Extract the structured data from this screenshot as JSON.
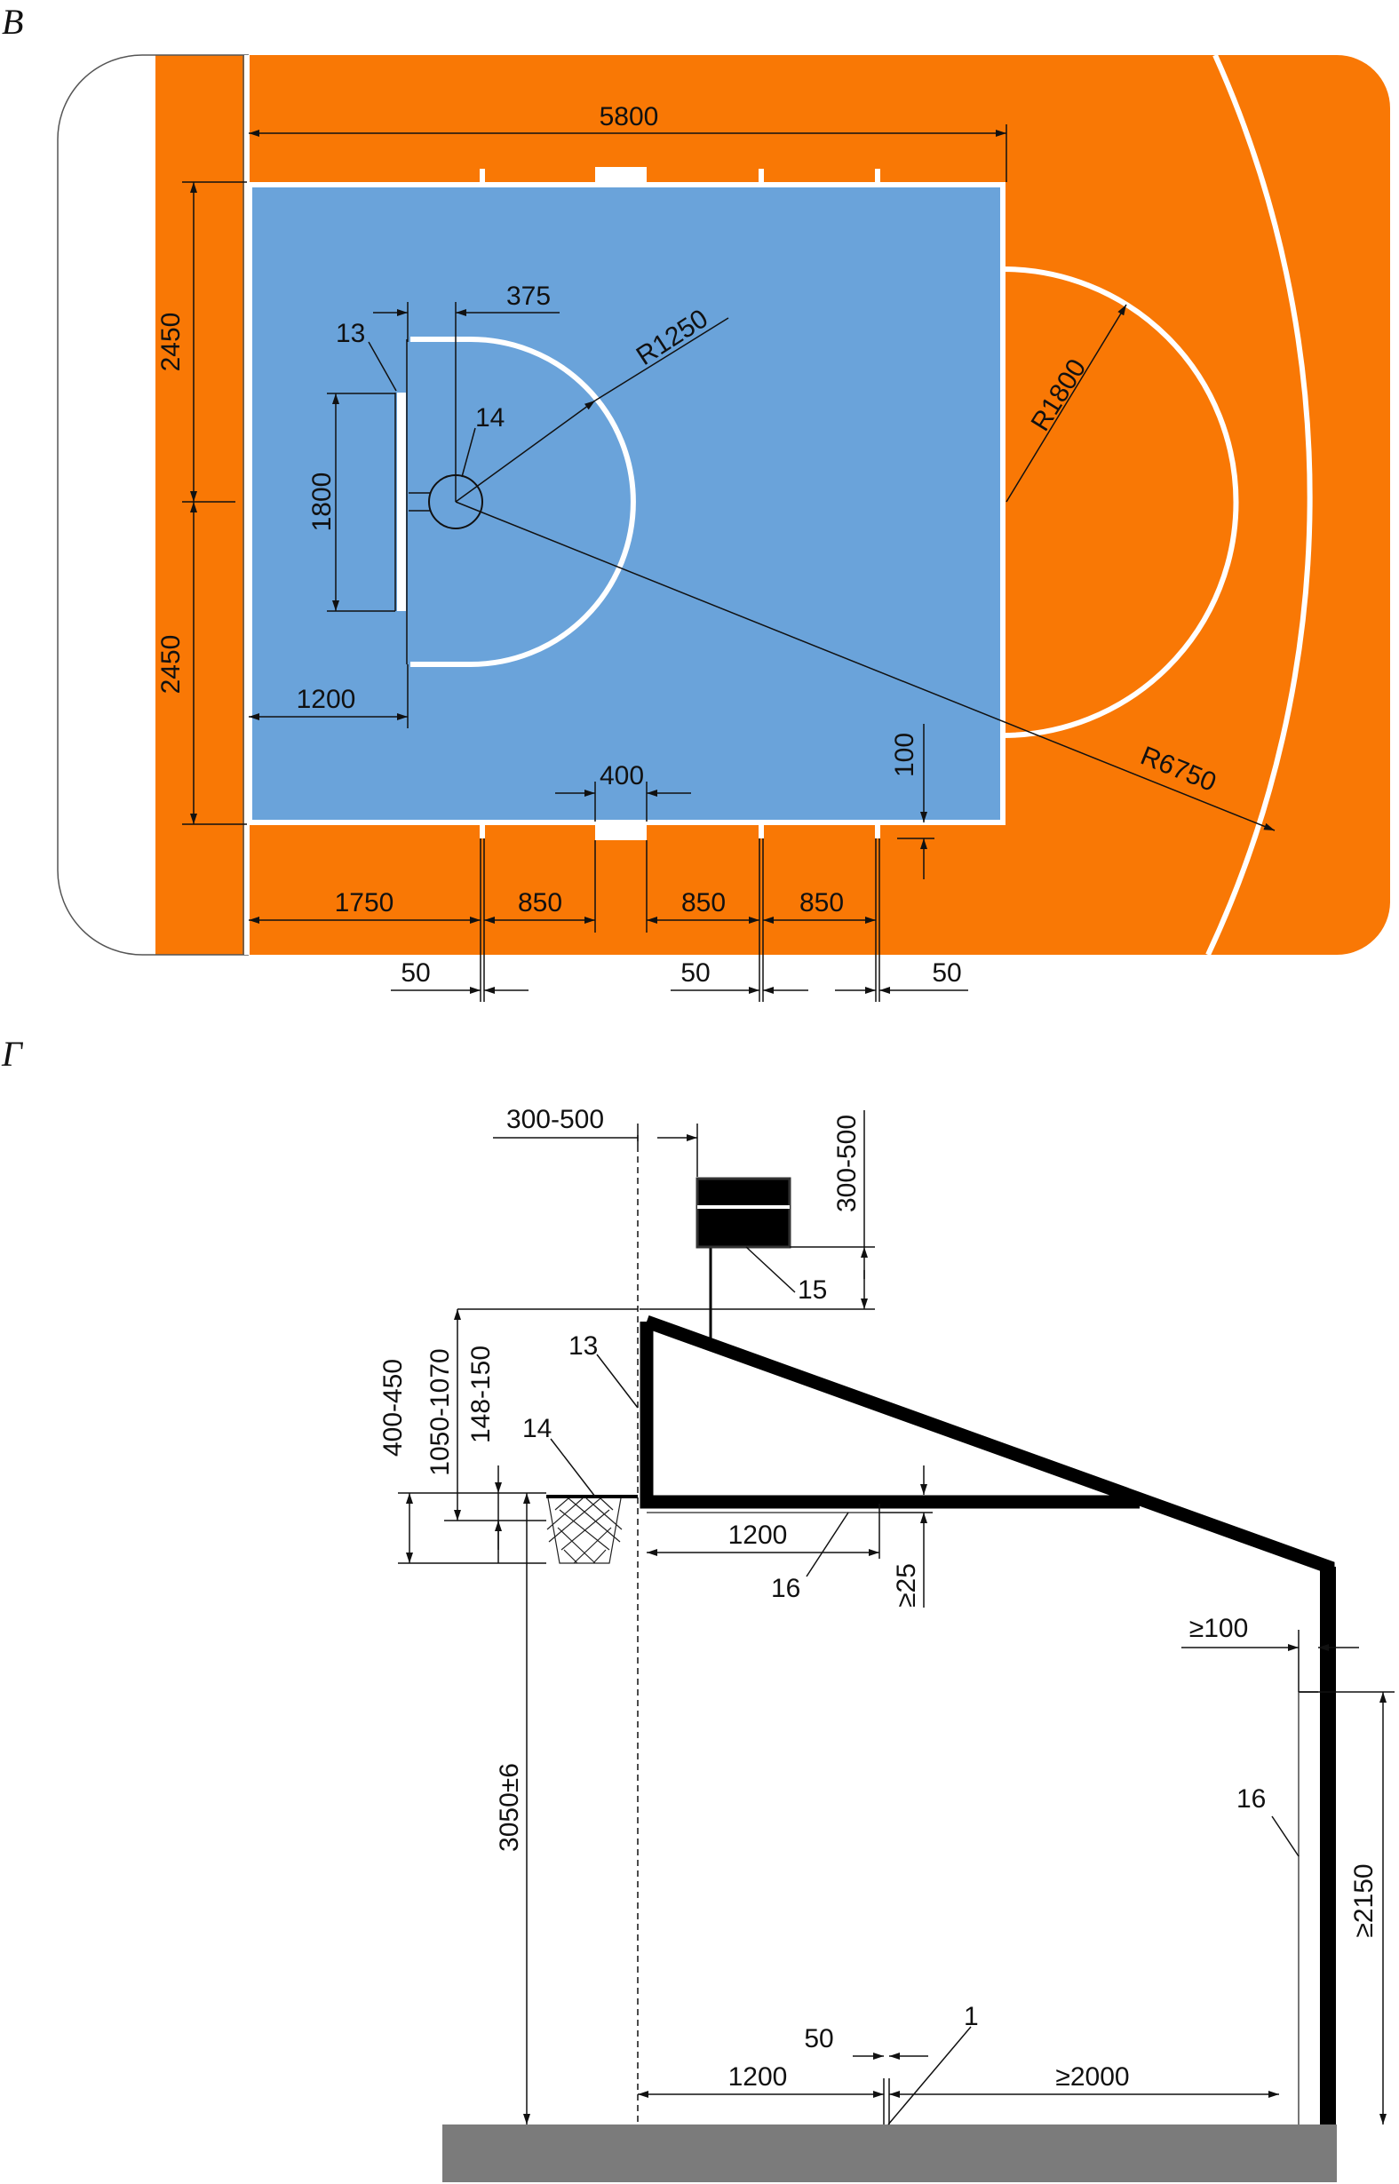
{
  "sections": {
    "top": "В",
    "bottom": "Г"
  },
  "colors": {
    "key_area": "#6aa3da",
    "court": "#f97805",
    "lines": "#ffffff",
    "ground": "#7b7b7b",
    "frame": "#000000"
  },
  "plan": {
    "width": "5800",
    "half_upper": "2450",
    "half_lower": "2450",
    "offset_375": "375",
    "radius_1250": "R1250",
    "radius_1800": "R1800",
    "radius_6750": "R6750",
    "backboard_width": "1800",
    "backboard_offset": "1200",
    "gap_400": "400",
    "line_100": "100",
    "bottom_dims": [
      "1750",
      "850",
      "850",
      "850"
    ],
    "mark_widths": [
      "50",
      "50",
      "50"
    ],
    "callouts": {
      "backboard": "13",
      "ring": "14"
    }
  },
  "elevation": {
    "top_offset": "300-500",
    "box_height": "300-500",
    "vert_400_450": "400-450",
    "vert_1050_1070": "1050-1070",
    "vert_148_150": "148-150",
    "arm_length": "1200",
    "clearance_25": "≥25",
    "ge_100": "≥100",
    "rim_height": "3050±6",
    "post_height": "≥2150",
    "base_1200": "1200",
    "base_50": "50",
    "base_2000": "≥2000",
    "callouts": {
      "backboard": "13",
      "ring": "14",
      "shot_clock": "15",
      "padding_arm": "16",
      "padding_post": "16",
      "line": "1"
    }
  }
}
